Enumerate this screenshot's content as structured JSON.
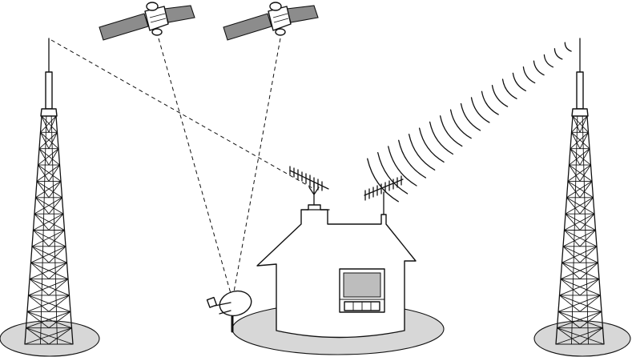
{
  "scene": {
    "elements": [
      "left-broadcast-tower",
      "right-broadcast-tower",
      "satellite-1",
      "satellite-2",
      "house",
      "roof-antenna-left",
      "roof-antenna-right",
      "satellite-dish",
      "television",
      "radio-waves",
      "signal-path-dashed"
    ]
  },
  "colors": {
    "ink": "#111111",
    "solar_panel": "#8c8c8c",
    "ground": "#d7d7d7",
    "background": "#ffffff"
  }
}
